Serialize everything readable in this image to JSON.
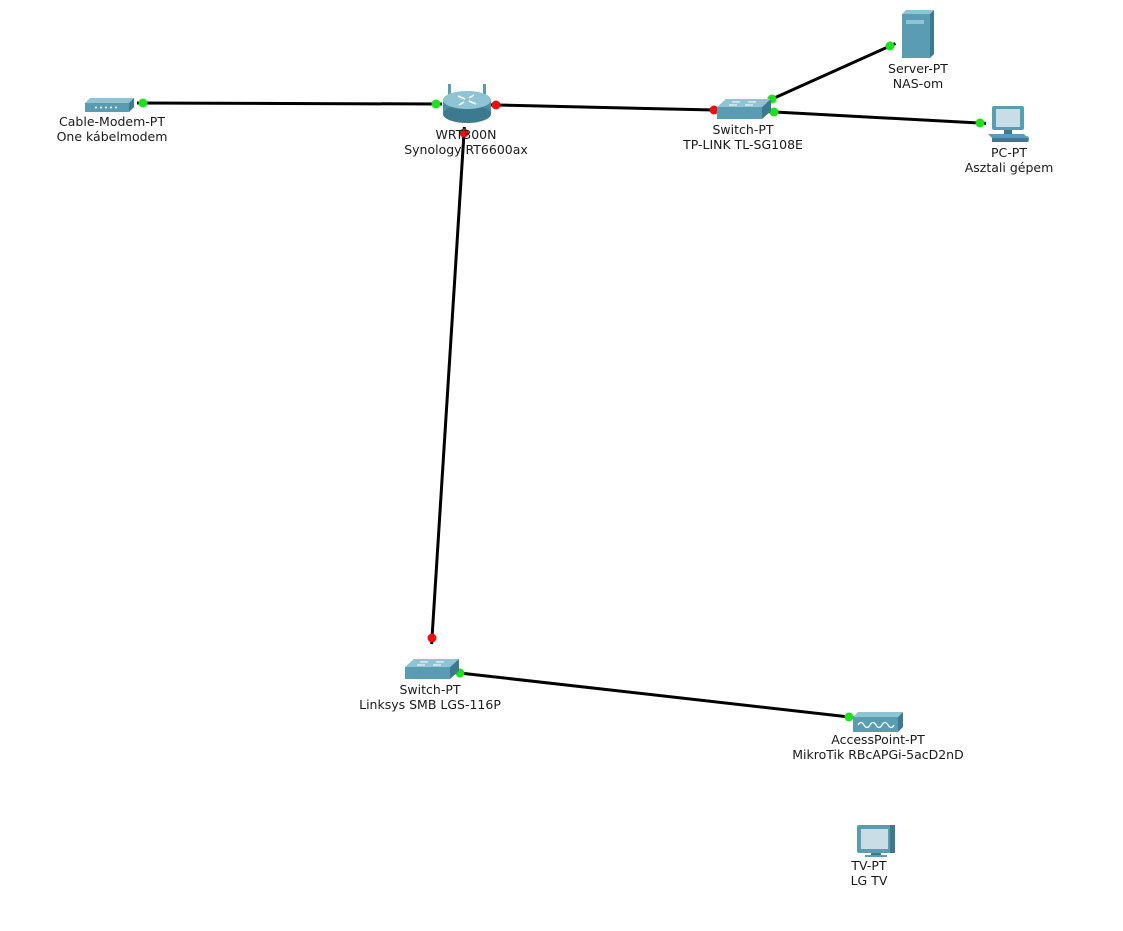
{
  "colors": {
    "link": "#000000",
    "port_up": "#1fe01f",
    "port_down": "#e81010",
    "device_body": "#5a9db3",
    "device_dark": "#3d7a8f",
    "device_light": "#8ec4d4"
  },
  "devices": [
    {
      "id": "modem",
      "type": "Cable-Modem-PT",
      "name": "One kábelmodem",
      "icon": "cable-modem-icon"
    },
    {
      "id": "router",
      "type": "WRT300N",
      "name": "Synology RT6600ax",
      "icon": "wireless-router-icon"
    },
    {
      "id": "switch1",
      "type": "Switch-PT",
      "name": "TP-LINK TL-SG108E",
      "icon": "switch-icon"
    },
    {
      "id": "server",
      "type": "Server-PT",
      "name": "NAS-om",
      "icon": "server-icon"
    },
    {
      "id": "pc",
      "type": "PC-PT",
      "name": "Asztali gépem",
      "icon": "pc-icon"
    },
    {
      "id": "switch2",
      "type": "Switch-PT",
      "name": "Linksys SMB LGS-116P",
      "icon": "switch-icon"
    },
    {
      "id": "ap",
      "type": "AccessPoint-PT",
      "name": "MikroTik RBcAPGi-5acD2nD",
      "icon": "access-point-icon"
    },
    {
      "id": "tv",
      "type": "TV-PT",
      "name": "LG TV",
      "icon": "tv-icon"
    }
  ],
  "links": [
    {
      "from": "modem",
      "to": "router",
      "from_status": "up",
      "to_status": "up"
    },
    {
      "from": "router",
      "to": "switch1",
      "from_status": "down",
      "to_status": "down"
    },
    {
      "from": "switch1",
      "to": "server",
      "from_status": "up",
      "to_status": "up"
    },
    {
      "from": "switch1",
      "to": "pc",
      "from_status": "up",
      "to_status": "up"
    },
    {
      "from": "router",
      "to": "switch2",
      "from_status": "down",
      "to_status": "down"
    },
    {
      "from": "switch2",
      "to": "ap",
      "from_status": "up",
      "to_status": "up"
    }
  ]
}
